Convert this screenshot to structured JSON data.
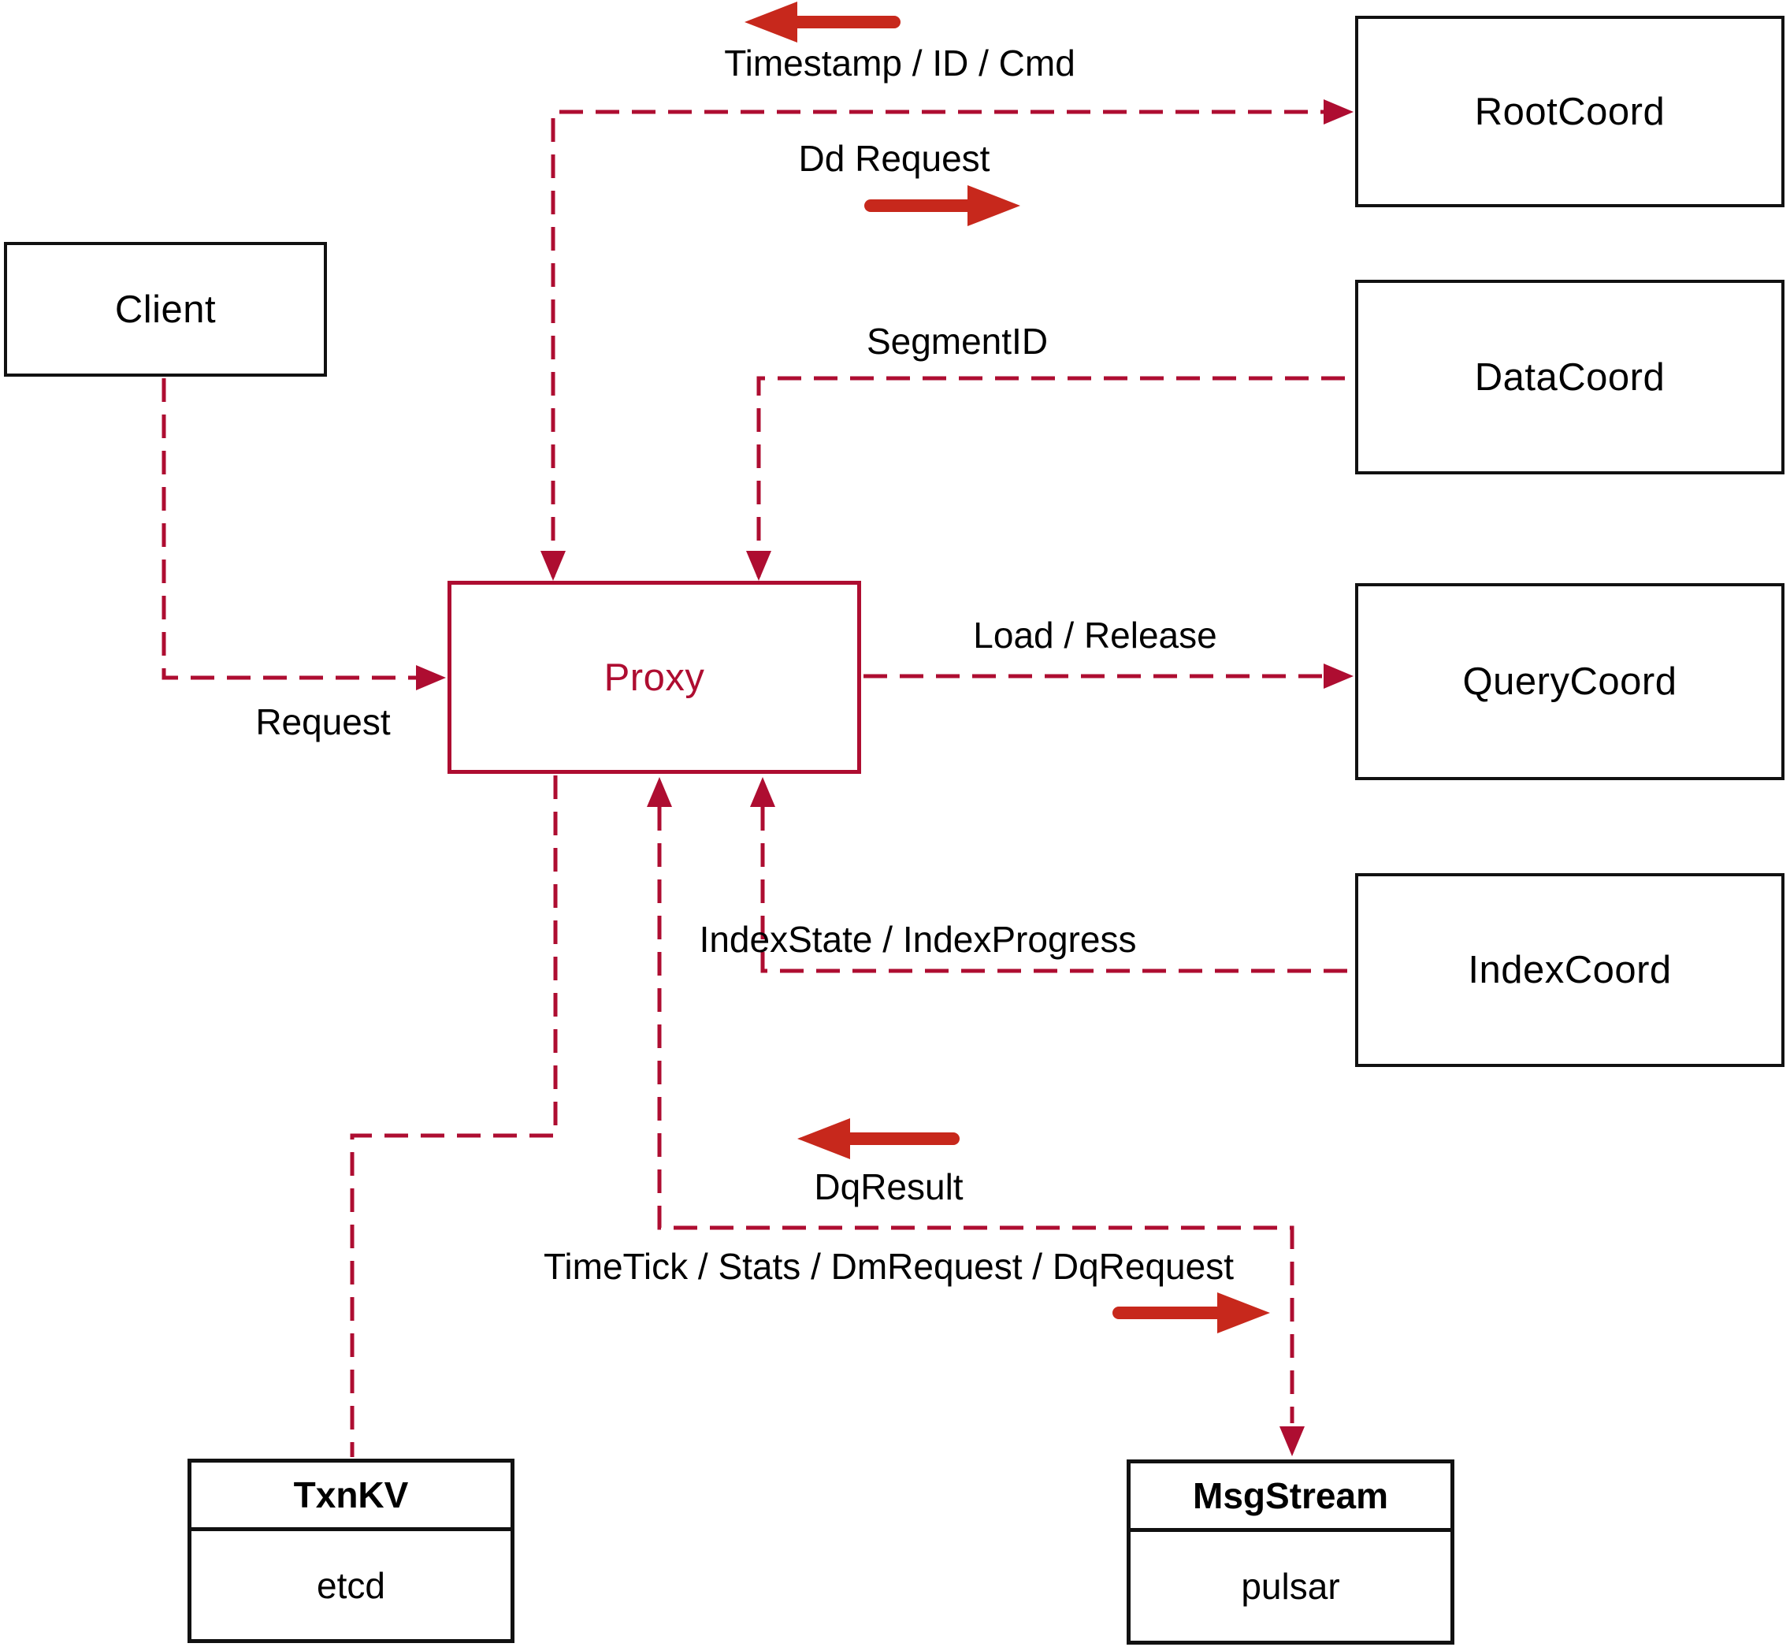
{
  "diagram": {
    "colors": {
      "background": "#ffffff",
      "text": "#000000",
      "box_border": "#111111",
      "line": "#ae0d31",
      "solid_arrow": "#c7281c"
    },
    "nodes": {
      "client": {
        "label": "Client"
      },
      "proxy": {
        "label": "Proxy"
      },
      "rootcoord": {
        "label": "RootCoord"
      },
      "datacoord": {
        "label": "DataCoord"
      },
      "querycoord": {
        "label": "QueryCoord"
      },
      "indexcoord": {
        "label": "IndexCoord"
      },
      "txnkv": {
        "title": "TxnKV",
        "body": "etcd"
      },
      "msgstream": {
        "title": "MsgStream",
        "body": "pulsar"
      }
    },
    "edge_labels": {
      "timestamp": "Timestamp / ID / Cmd",
      "dd_request": "Dd Request",
      "segment_id": "SegmentID",
      "load_release": "Load / Release",
      "request": "Request",
      "index_state": "IndexState / IndexProgress",
      "dq_result": "DqResult",
      "timetick": "TimeTick / Stats / DmRequest / DqRequest"
    }
  }
}
